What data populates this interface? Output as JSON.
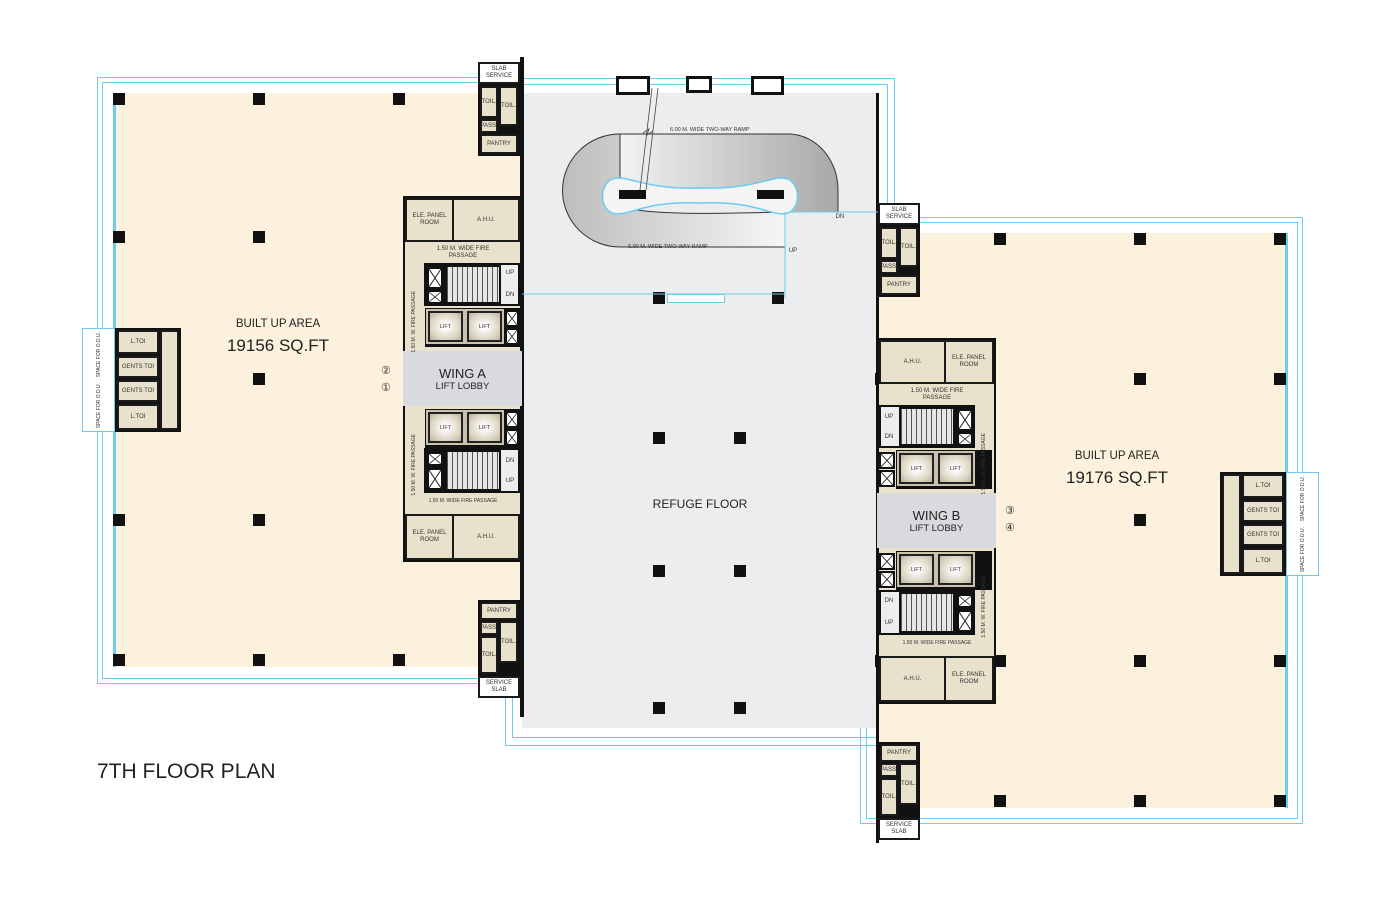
{
  "title": "7TH FLOOR PLAN",
  "refuge_floor": "REFUGE FLOOR",
  "ramp": {
    "top_label": "6.00 M. WIDE TWO-WAY RAMP",
    "bottom_label": "6.00 M. WIDE TWO-WAY RAMP",
    "dn": "DN",
    "up": "UP"
  },
  "left_wing": {
    "area_title": "BUILT UP AREA",
    "area_value": "19156 SQ.FT",
    "markers": [
      "②",
      "①"
    ],
    "toilets": {
      "l_toi": "L.TOI",
      "gents_toi": "GENTS TOI",
      "odu": "SPACE FOR O.D.U."
    },
    "service_top": {
      "slab": "SLAB SERVICE",
      "toil": "TOIL.",
      "pass": "PASS.",
      "pantry": "PANTRY"
    },
    "service_bottom": {
      "slab": "SERVICE SLAB",
      "toil": "TOIL.",
      "pass": "PASS.",
      "pantry": "PANTRY"
    }
  },
  "right_wing": {
    "area_title": "BUILT UP AREA",
    "area_value": "19176 SQ.FT",
    "markers": [
      "③",
      "④"
    ],
    "toilets": {
      "l_toi": "L.TOI",
      "gents_toi": "GENTS TOI",
      "odu": "SPACE FOR O.D.U."
    },
    "service_top": {
      "slab": "SLAB SERVICE",
      "toil": "TOIL.",
      "pass": "PASS.",
      "pantry": "PANTRY"
    },
    "service_bottom": {
      "slab": "SERVICE SLAB",
      "toil": "TOIL.",
      "pass": "PASS.",
      "pantry": "PANTRY"
    }
  },
  "core": {
    "ele_panel": "ELE. PANEL ROOM",
    "ahu": "A.H.U.",
    "fire_passage": "1.50 M. WIDE FIRE PASSAGE",
    "fire_passage_v": "1.50 M. W. FIRE PASSAGE",
    "lift": "LIFT",
    "up": "UP",
    "dn": "DN",
    "lobby": "LIFT LOBBY",
    "wing_a": "WING A",
    "wing_b": "WING B"
  },
  "colors": {
    "cream": "#fcf1dc",
    "room": "#e8e1cb",
    "refuge": "#ecedef",
    "glazing": "#6ccbee",
    "wall": "#111111"
  }
}
